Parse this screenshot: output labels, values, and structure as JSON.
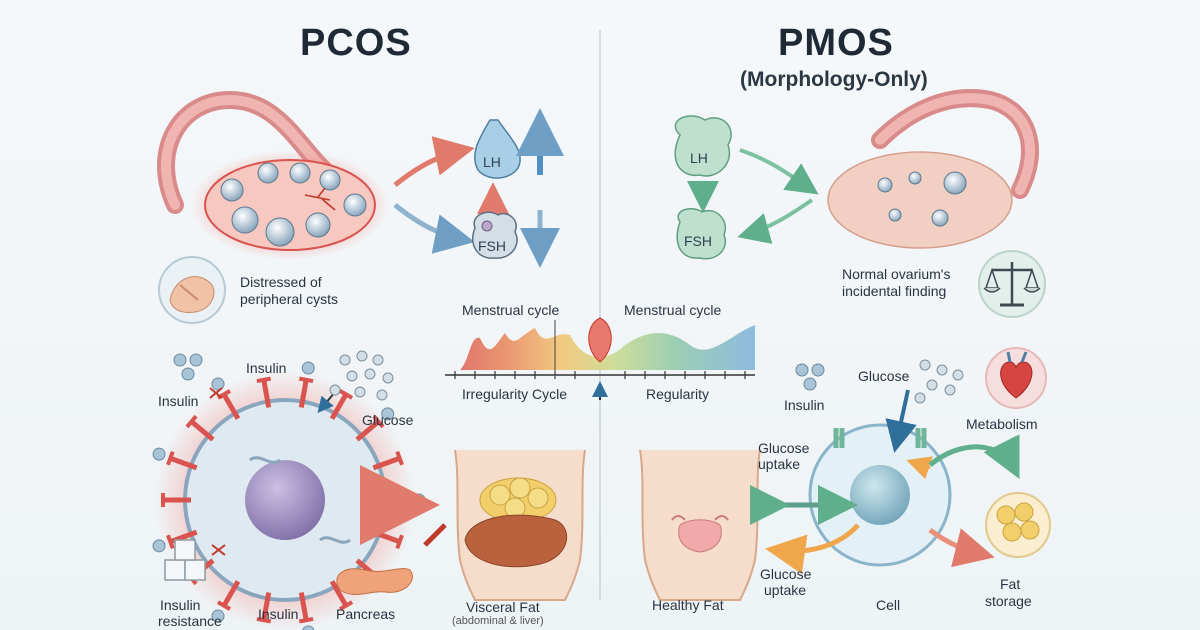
{
  "left": {
    "title": "PCOS",
    "cyst_caption": [
      "Distressed of",
      "peripheral cysts"
    ],
    "hormones": {
      "top": "LH",
      "bottom": "FSH"
    },
    "labels": {
      "insulin_top": "Insulin",
      "insulin_left": "Insulin",
      "glucose": "Glucose",
      "insulin_resistance": [
        "Insulin",
        "resistance"
      ],
      "insulin_bottom": "Insulin",
      "pancreas": "Pancreas"
    }
  },
  "right": {
    "title": "PMOS",
    "subtitle": "(Morphology-Only)",
    "hormones": {
      "top": "LH",
      "bottom": "FSH"
    },
    "ovary_caption": [
      "Normal ovarium's",
      "incidental finding"
    ],
    "labels": {
      "insulin": "Insulin",
      "glucose": "Glucose",
      "metabolism": "Metabolism",
      "glucose_uptake_top": [
        "Glucose",
        "uptake"
      ],
      "glucose_uptake_bottom": [
        "Glucose",
        "uptake"
      ],
      "healthy_fat": "Healthy Fat",
      "cell": "Cell",
      "fat_storage": [
        "Fat",
        "storage"
      ]
    }
  },
  "center": {
    "cycle_left": "Menstrual cycle",
    "cycle_right": "Menstrual cycle",
    "irregularity": "Irregularity Cycle",
    "regularity": "Regularity",
    "visceral_fat": "Visceral Fat",
    "visceral_note": "(abdominal & liver)"
  },
  "colors": {
    "inflamed_red": "#d9534f",
    "cell_blue": "#a9cfe0",
    "nucleus_purple": "#9c8bbd",
    "healthy_green": "#6fb59a",
    "liver_brown": "#b9623d",
    "fat_yellow": "#f2cf6b"
  },
  "icons": [
    "hand-abdomen-icon",
    "scales-icon",
    "heart-icon",
    "sugar-cubes-icon"
  ]
}
